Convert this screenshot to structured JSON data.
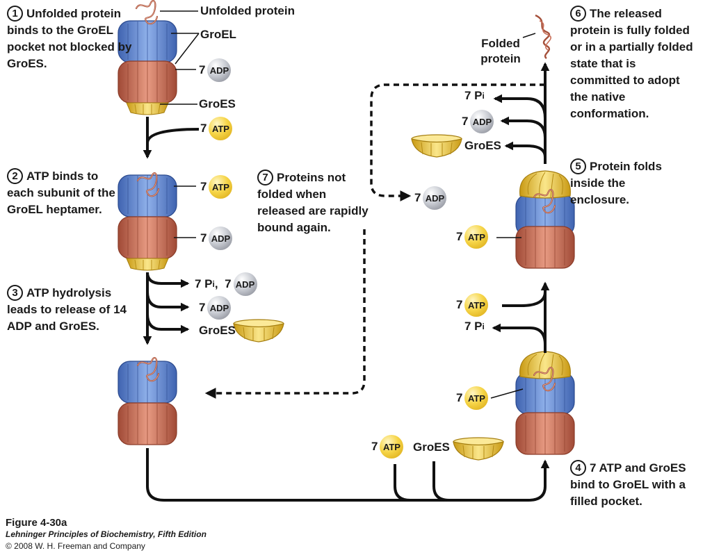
{
  "steps": [
    {
      "num": "1",
      "text": "Unfolded protein binds to the GroEL pocket not blocked by GroES."
    },
    {
      "num": "2",
      "text": "ATP binds to each subunit of the GroEL heptamer."
    },
    {
      "num": "3",
      "text": "ATP hydrolysis leads to release of 14 ADP and GroES."
    },
    {
      "num": "4",
      "text": "7 ATP and GroES bind to GroEL with a filled pocket."
    },
    {
      "num": "5",
      "text": "Protein folds inside the enclosure."
    },
    {
      "num": "6",
      "text": "The released protein is fully folded or in a partially folded state that is committed to adopt the native conformation."
    },
    {
      "num": "7",
      "text": "Proteins not folded when released are rapidly bound again."
    }
  ],
  "labels": {
    "unfolded_protein": "Unfolded protein",
    "groel": "GroEL",
    "groes": "GroES",
    "folded_protein": "Folded protein",
    "pi_count": "7 P",
    "pi_sub": "i",
    "count": "7",
    "comma": ","
  },
  "molecules": {
    "atp": "ATP",
    "adp": "ADP"
  },
  "colors": {
    "groel_top": "#6b8fd6",
    "groel_bottom": "#c8705a",
    "groes": "#f2d04a",
    "protein": "#a5503a",
    "atp": "#f0c93a",
    "adp": "#a9adb6"
  },
  "caption": {
    "figure": "Figure 4-30a",
    "book": "Lehninger Principles of Biochemistry, Fifth Edition",
    "copyright": "© 2008 W. H. Freeman and Company"
  }
}
